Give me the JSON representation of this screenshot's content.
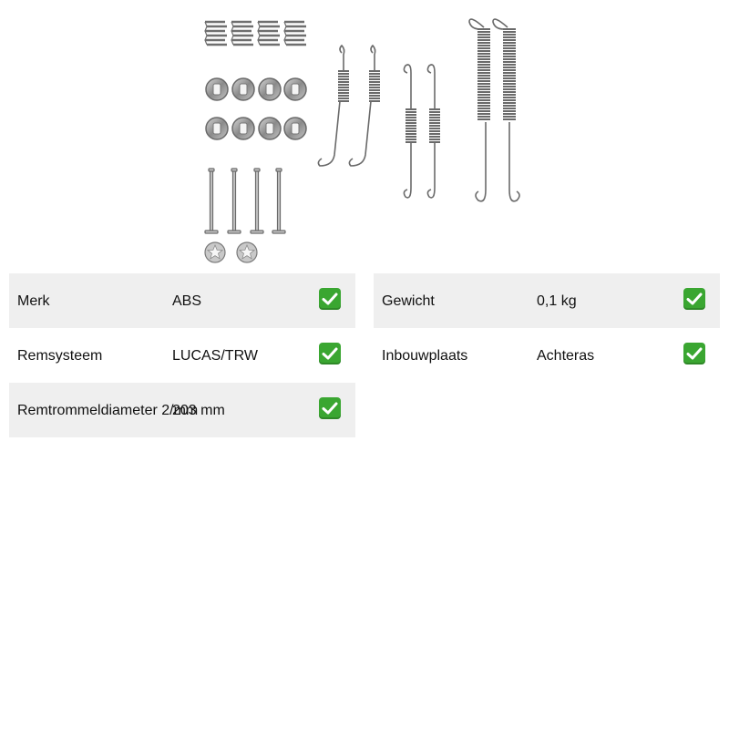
{
  "product_image": {
    "description_icon": "brake-shoe-fitting-kit-image"
  },
  "specs_left": [
    {
      "label": "Merk",
      "value": "ABS",
      "check_icon": "check-icon"
    },
    {
      "label": "Remsysteem",
      "value": "LUCAS/TRW",
      "check_icon": "check-icon"
    },
    {
      "label": "Remtrommeldiameter 2/mm",
      "value": "203 mm",
      "check_icon": "check-icon"
    }
  ],
  "specs_right": [
    {
      "label": "Gewicht",
      "value": "0,1 kg",
      "check_icon": "check-icon"
    },
    {
      "label": "Inbouwplaats",
      "value": "Achteras",
      "check_icon": "check-icon"
    }
  ],
  "colors": {
    "row_shade": "#efefef",
    "check_green": "#3aa631"
  }
}
